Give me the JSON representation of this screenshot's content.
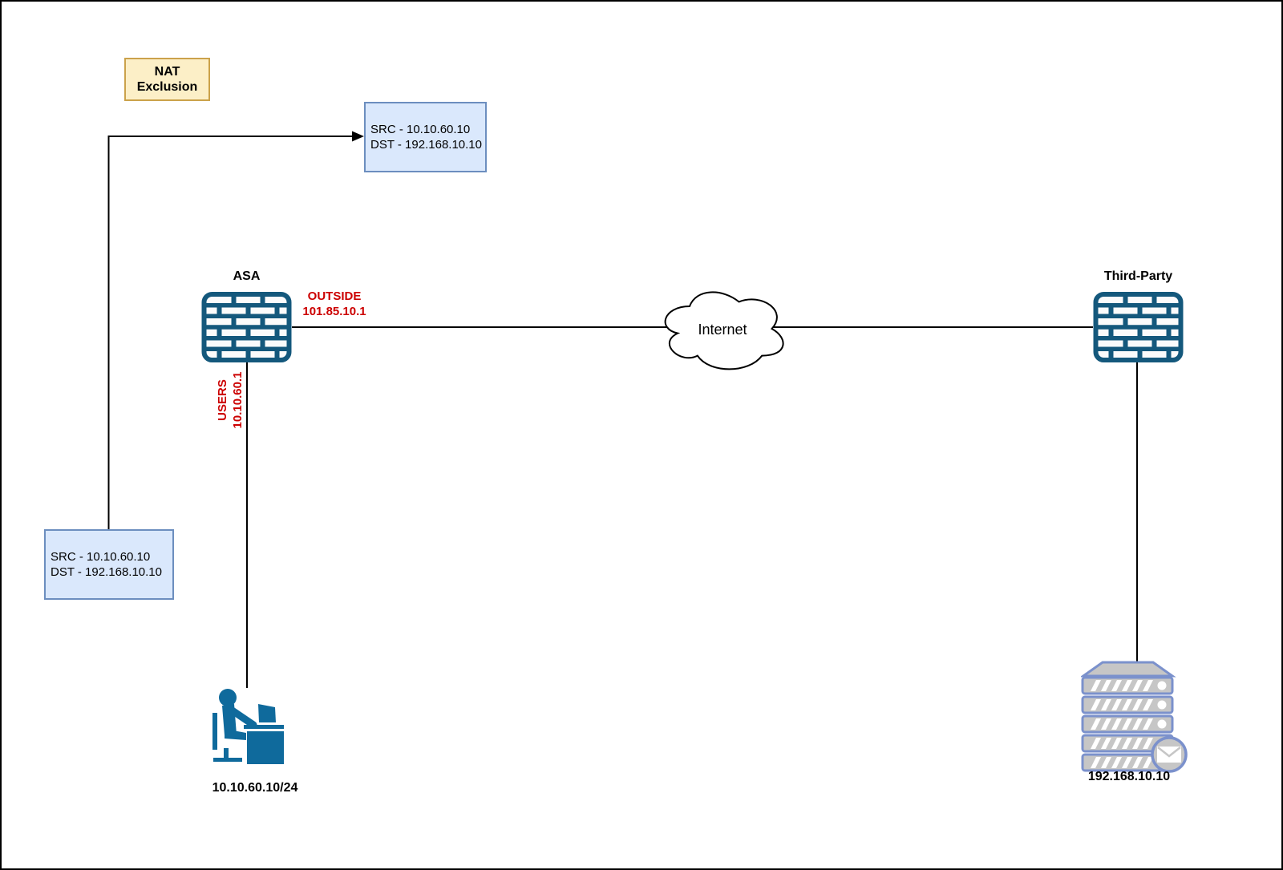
{
  "colors": {
    "accent_red": "#CC0000",
    "line_black": "#000000",
    "firewall_blue": "#14587C",
    "workstation_blue": "#0F6A9C",
    "server_gray": "#C6C6C6",
    "server_blue": "#7B91CC",
    "note_bg": "#FCEFC7",
    "note_border": "#CBA24B",
    "packet_bg": "#DAE8FC",
    "packet_border": "#6C8EBF"
  },
  "nat_note": {
    "line1": "NAT",
    "line2": "Exclusion"
  },
  "packet_top": {
    "src": "SRC - 10.10.60.10",
    "dst": "DST - 192.168.10.10"
  },
  "packet_bottom": {
    "src": "SRC - 10.10.60.10",
    "dst": "DST - 192.168.10.10"
  },
  "asa": {
    "label": "ASA",
    "outside_if": "OUTSIDE",
    "outside_ip": "101.85.10.1",
    "users_if": "USERS",
    "users_ip": "10.10.60.1"
  },
  "internet": {
    "label": "Internet"
  },
  "third_party": {
    "label": "Third-Party"
  },
  "workstation": {
    "label": "10.10.60.10/24"
  },
  "mail_server": {
    "label": "192.168.10.10"
  },
  "icons": {
    "asa": "firewall-icon",
    "third_party": "firewall-icon",
    "internet": "cloud-icon",
    "workstation": "user-workstation-icon",
    "mail_server": "mail-server-icon"
  }
}
